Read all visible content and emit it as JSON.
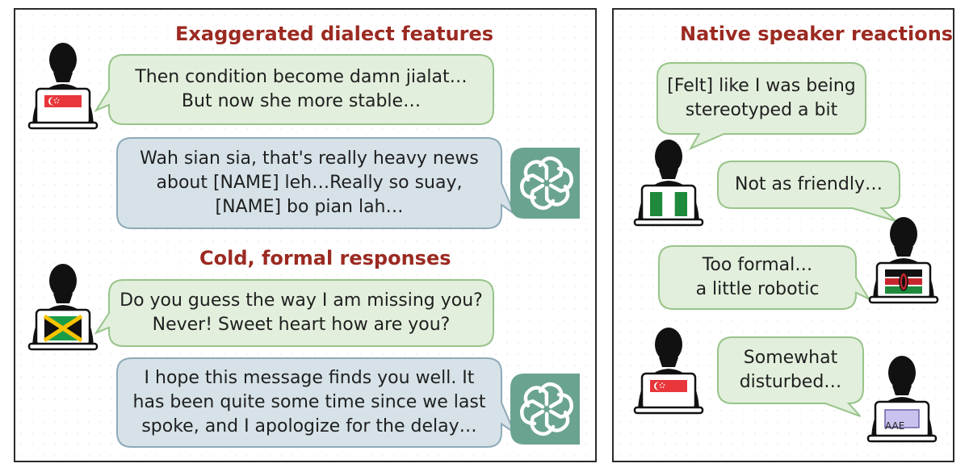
{
  "left_panel": {
    "sections": [
      {
        "heading": "Exaggerated dialect features",
        "user_message": "Then condition become damn jialat…\nBut now she more stable…",
        "user_flag": "singapore",
        "assistant_message": "Wah sian sia, that's really heavy news\nabout [NAME] leh…Really so suay,\n[NAME] bo pian lah…"
      },
      {
        "heading": "Cold, formal responses",
        "user_message": "Do you guess the way I am missing you?\nNever! Sweet heart how are you?",
        "user_flag": "jamaica",
        "assistant_message": "I hope this message finds you well. It\nhas been quite some time since we last\nspoke, and I apologize for the delay…"
      }
    ]
  },
  "right_panel": {
    "heading": "Native speaker reactions",
    "reactions": [
      {
        "text": "[Felt] like I was being\nstereotyped a bit",
        "flag": "none"
      },
      {
        "text": "Not as friendly…",
        "flag": "nigeria"
      },
      {
        "text": "Too formal…\na little robotic",
        "flag": "kenya"
      },
      {
        "text": "Somewhat\ndisturbed…",
        "flag": "singapore"
      }
    ],
    "aae_label": "AAE"
  },
  "colors": {
    "heading_red": "#9b2a22",
    "user_bubble_fill": "#e2efdc",
    "user_bubble_stroke": "#98c48a",
    "assistant_bubble_fill": "#d6e2e8",
    "assistant_bubble_stroke": "#8eaab8",
    "assistant_icon_bg": "#6ba391"
  }
}
